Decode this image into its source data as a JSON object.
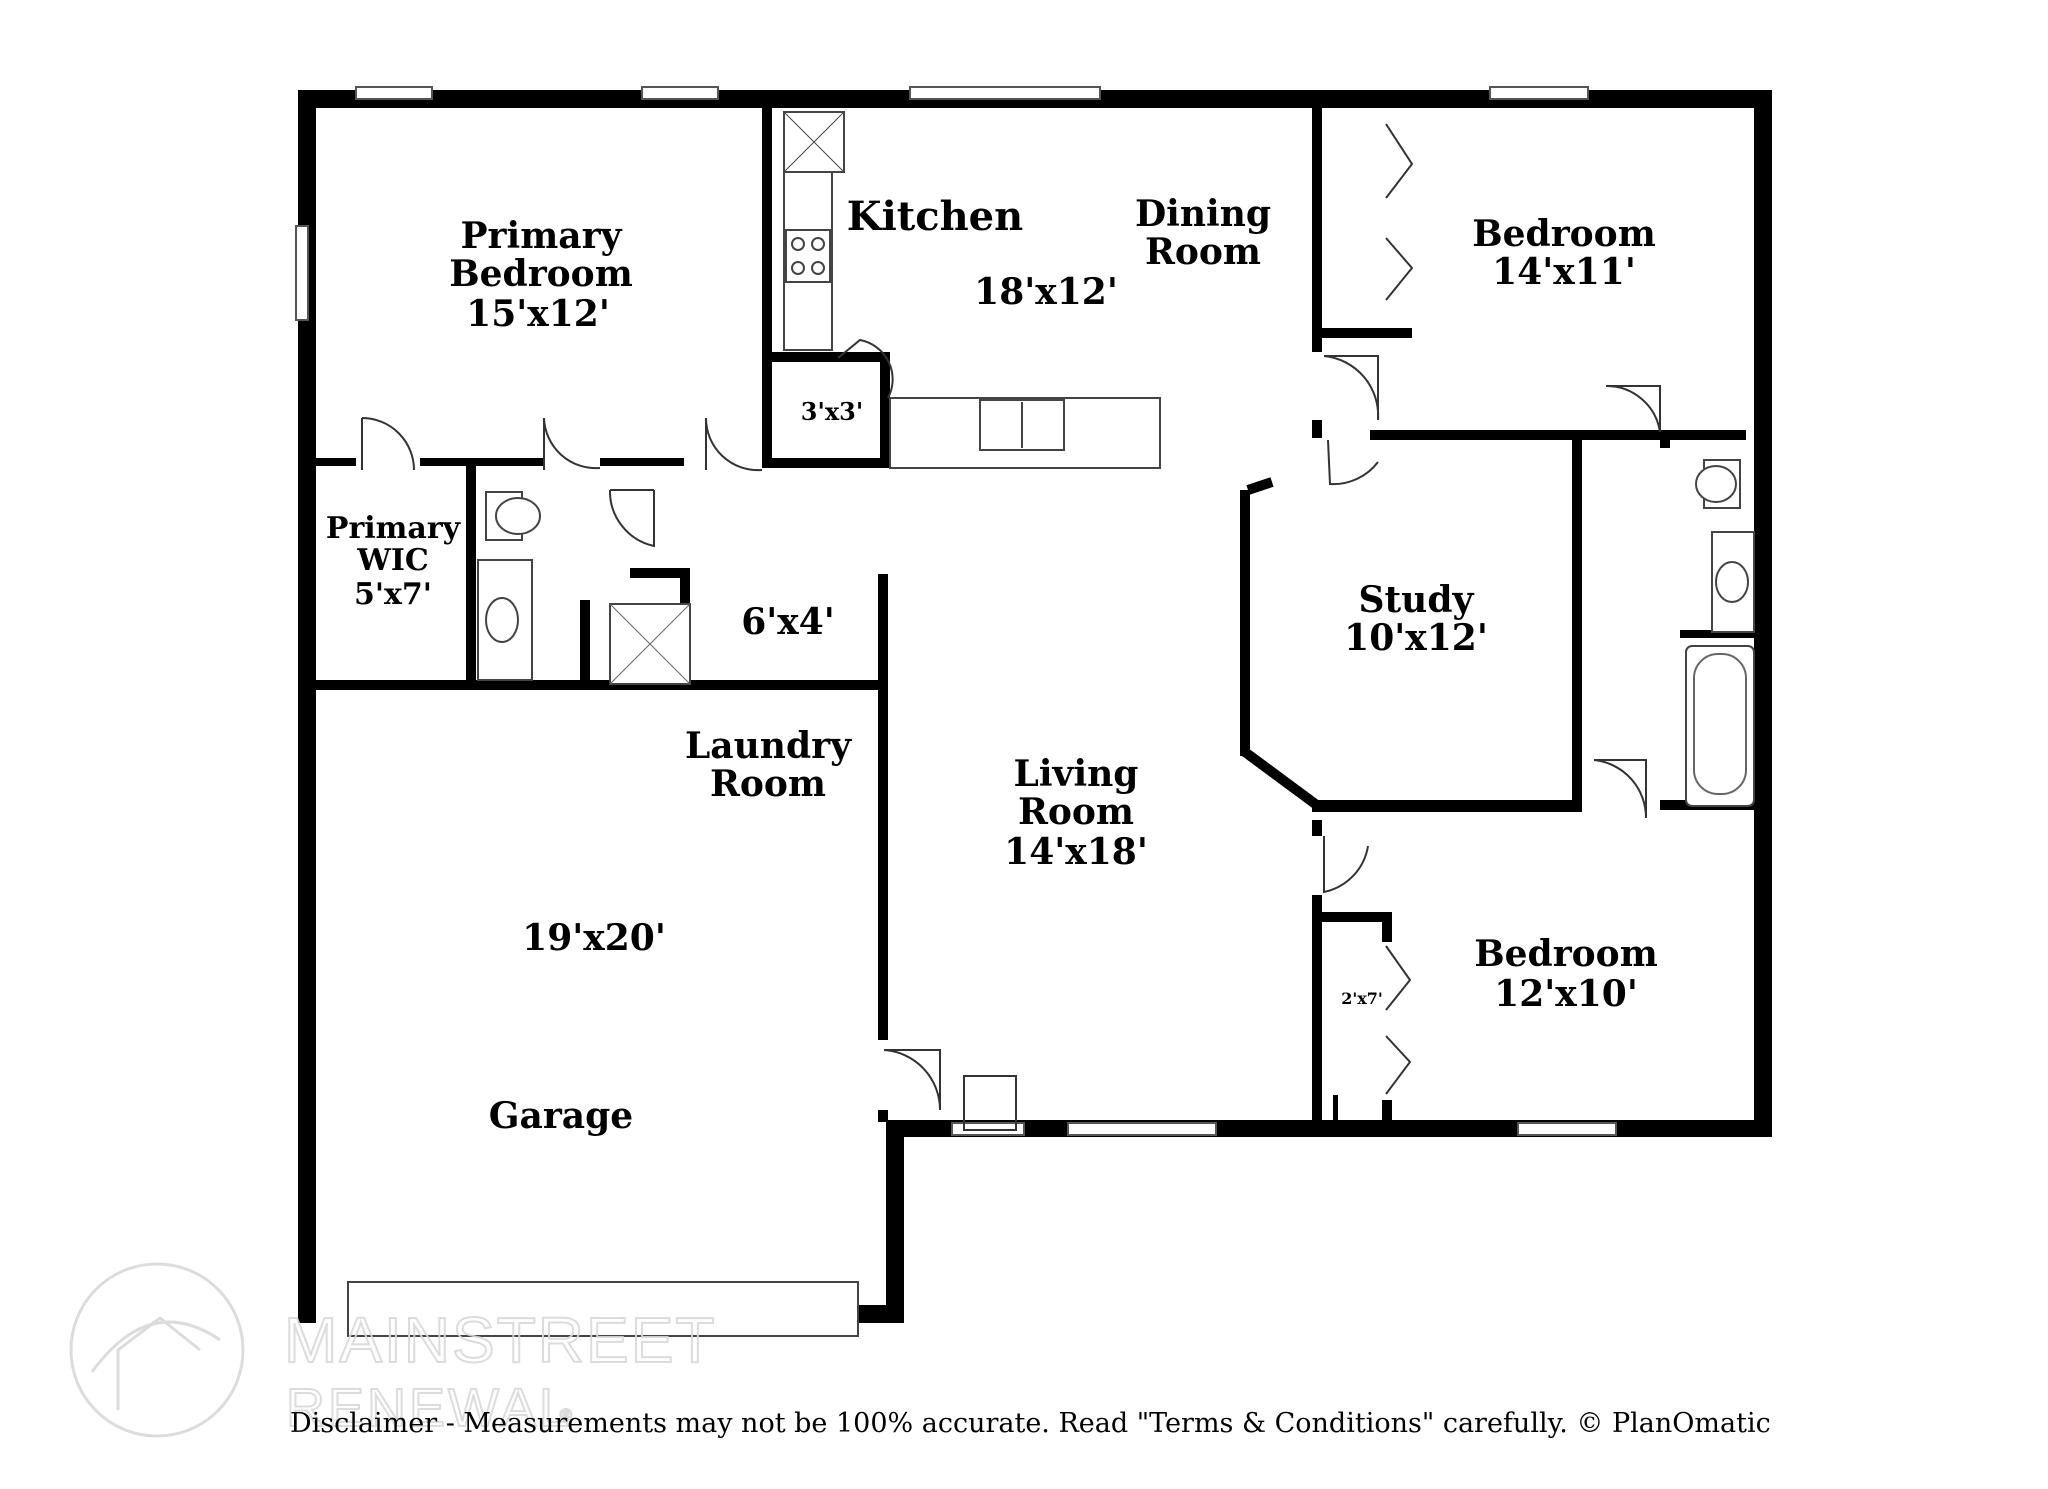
{
  "rooms": {
    "primary_bedroom": {
      "name_line1": "Primary",
      "name_line2": "Bedroom",
      "size": "15'x12'"
    },
    "kitchen": {
      "name": "Kitchen",
      "size": "18'x12'"
    },
    "dining_room": {
      "name_line1": "Dining",
      "name_line2": "Room"
    },
    "bedroom_1": {
      "name": "Bedroom",
      "size": "14'x11'"
    },
    "pantry": {
      "size": "3'x3'"
    },
    "primary_wic": {
      "name_line1": "Primary",
      "name_line2": "WIC",
      "size": "5'x7'"
    },
    "primary_bath": {
      "size": "6'x4'"
    },
    "study": {
      "name": "Study",
      "size": "10'x12'"
    },
    "laundry_room": {
      "name_line1": "Laundry",
      "name_line2": "Room"
    },
    "living_room": {
      "name_line1": "Living",
      "name_line2": "Room",
      "size": "14'x18'"
    },
    "garage": {
      "name": "Garage",
      "size": "19'x20'"
    },
    "bedroom_2": {
      "name": "Bedroom",
      "size": "12'x10'"
    },
    "closet": {
      "size": "2'x7'"
    }
  },
  "watermark": {
    "line1": "MAINSTREET",
    "line2": "RENEWAL",
    "mark": "®"
  },
  "disclaimer": "Disclaimer - Measurements may not be 100% accurate. Read \"Terms & Conditions\" carefully. © PlanOmatic",
  "colors": {
    "wall": "#000000",
    "background": "#ffffff",
    "watermark": "#d9d9d9"
  }
}
